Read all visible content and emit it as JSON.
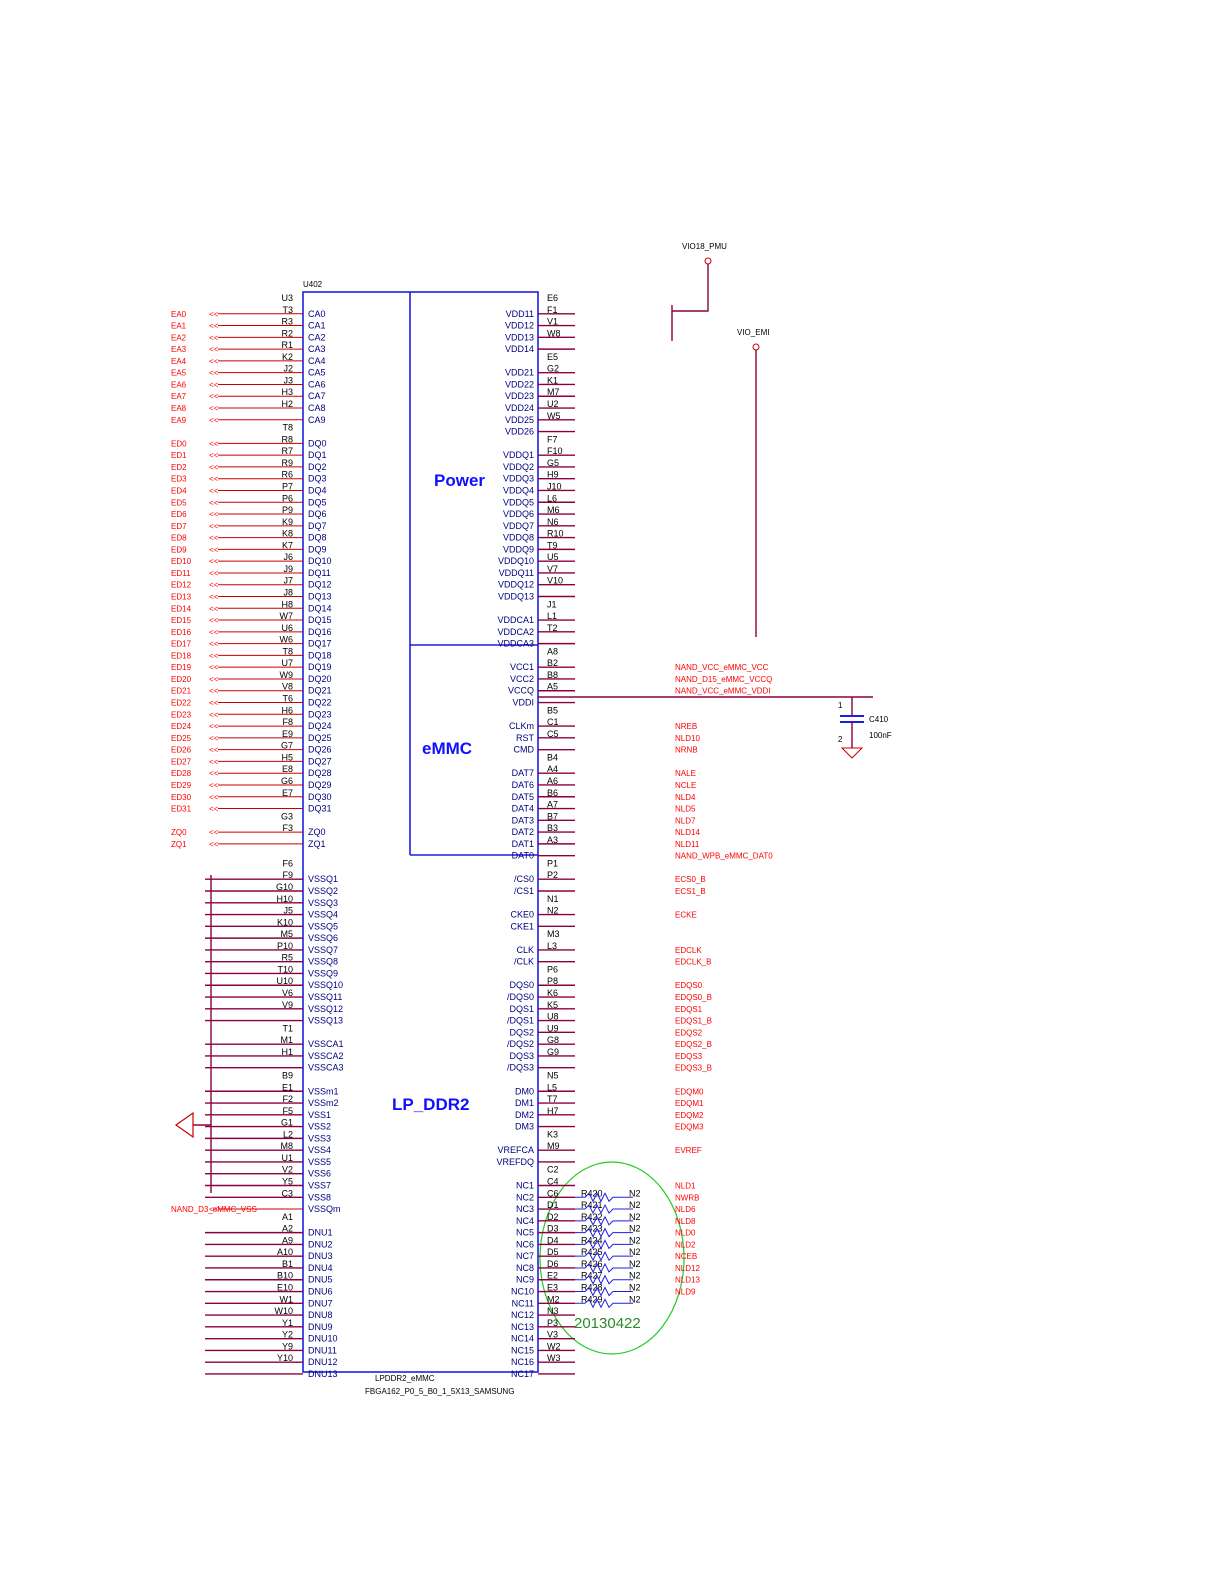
{
  "chip": {
    "ref": "U402",
    "name": "LPDDR2_eMMC",
    "package": "FBGA162_P0_5_B0_1_5X13_SAMSUNG",
    "sections": {
      "power": "Power",
      "emmc": "eMMC",
      "lpddr2": "LP_DDR2"
    }
  },
  "power_nets": {
    "vio18": "VIO18_PMU",
    "vio_emi": "VIO_EMI"
  },
  "capacitor": {
    "ref": "C410",
    "value": "100nF",
    "pin1": "1",
    "pin2": "2"
  },
  "stamp": "20130422",
  "left_pins": [
    {
      "ball": "U3",
      "pin": "",
      "net": ""
    },
    {
      "ball": "T3",
      "pin": "CA0",
      "net": "EA0"
    },
    {
      "ball": "R3",
      "pin": "CA1",
      "net": "EA1"
    },
    {
      "ball": "R2",
      "pin": "CA2",
      "net": "EA2"
    },
    {
      "ball": "R1",
      "pin": "CA3",
      "net": "EA3"
    },
    {
      "ball": "K2",
      "pin": "CA4",
      "net": "EA4"
    },
    {
      "ball": "J2",
      "pin": "CA5",
      "net": "EA5"
    },
    {
      "ball": "J3",
      "pin": "CA6",
      "net": "EA6"
    },
    {
      "ball": "H3",
      "pin": "CA7",
      "net": "EA7"
    },
    {
      "ball": "H2",
      "pin": "CA8",
      "net": "EA8"
    },
    {
      "ball": "",
      "pin": "CA9",
      "net": "EA9"
    },
    {
      "ball": "T8",
      "pin": "",
      "net": ""
    },
    {
      "ball": "R8",
      "pin": "DQ0",
      "net": "ED0"
    },
    {
      "ball": "R7",
      "pin": "DQ1",
      "net": "ED1"
    },
    {
      "ball": "R9",
      "pin": "DQ2",
      "net": "ED2"
    },
    {
      "ball": "R6",
      "pin": "DQ3",
      "net": "ED3"
    },
    {
      "ball": "P7",
      "pin": "DQ4",
      "net": "ED4"
    },
    {
      "ball": "P6",
      "pin": "DQ5",
      "net": "ED5"
    },
    {
      "ball": "P9",
      "pin": "DQ6",
      "net": "ED6"
    },
    {
      "ball": "K9",
      "pin": "DQ7",
      "net": "ED7"
    },
    {
      "ball": "K8",
      "pin": "DQ8",
      "net": "ED8"
    },
    {
      "ball": "K7",
      "pin": "DQ9",
      "net": "ED9"
    },
    {
      "ball": "J6",
      "pin": "DQ10",
      "net": "ED10"
    },
    {
      "ball": "J9",
      "pin": "DQ11",
      "net": "ED11"
    },
    {
      "ball": "J7",
      "pin": "DQ12",
      "net": "ED12"
    },
    {
      "ball": "J8",
      "pin": "DQ13",
      "net": "ED13"
    },
    {
      "ball": "H8",
      "pin": "DQ14",
      "net": "ED14"
    },
    {
      "ball": "W7",
      "pin": "DQ15",
      "net": "ED15"
    },
    {
      "ball": "U6",
      "pin": "DQ16",
      "net": "ED16"
    },
    {
      "ball": "W6",
      "pin": "DQ17",
      "net": "ED17"
    },
    {
      "ball": "T8",
      "pin": "DQ18",
      "net": "ED18"
    },
    {
      "ball": "U7",
      "pin": "DQ19",
      "net": "ED19"
    },
    {
      "ball": "W9",
      "pin": "DQ20",
      "net": "ED20"
    },
    {
      "ball": "V8",
      "pin": "DQ21",
      "net": "ED21"
    },
    {
      "ball": "T6",
      "pin": "DQ22",
      "net": "ED22"
    },
    {
      "ball": "H6",
      "pin": "DQ23",
      "net": "ED23"
    },
    {
      "ball": "F8",
      "pin": "DQ24",
      "net": "ED24"
    },
    {
      "ball": "E9",
      "pin": "DQ25",
      "net": "ED25"
    },
    {
      "ball": "G7",
      "pin": "DQ26",
      "net": "ED26"
    },
    {
      "ball": "H5",
      "pin": "DQ27",
      "net": "ED27"
    },
    {
      "ball": "E8",
      "pin": "DQ28",
      "net": "ED28"
    },
    {
      "ball": "G6",
      "pin": "DQ29",
      "net": "ED29"
    },
    {
      "ball": "E7",
      "pin": "DQ30",
      "net": "ED30"
    },
    {
      "ball": "",
      "pin": "DQ31",
      "net": "ED31"
    },
    {
      "ball": "G3",
      "pin": "",
      "net": ""
    },
    {
      "ball": "F3",
      "pin": "ZQ0",
      "net": "ZQ0"
    },
    {
      "ball": "",
      "pin": "ZQ1",
      "net": "ZQ1"
    },
    {
      "ball": "",
      "pin": "",
      "net": ""
    },
    {
      "ball": "F6",
      "pin": "",
      "net": ""
    },
    {
      "ball": "F9",
      "pin": "VSSQ1",
      "net": ""
    },
    {
      "ball": "G10",
      "pin": "VSSQ2",
      "net": ""
    },
    {
      "ball": "H10",
      "pin": "VSSQ3",
      "net": ""
    },
    {
      "ball": "J5",
      "pin": "VSSQ4",
      "net": ""
    },
    {
      "ball": "K10",
      "pin": "VSSQ5",
      "net": ""
    },
    {
      "ball": "M5",
      "pin": "VSSQ6",
      "net": ""
    },
    {
      "ball": "P10",
      "pin": "VSSQ7",
      "net": ""
    },
    {
      "ball": "R5",
      "pin": "VSSQ8",
      "net": ""
    },
    {
      "ball": "T10",
      "pin": "VSSQ9",
      "net": ""
    },
    {
      "ball": "U10",
      "pin": "VSSQ10",
      "net": ""
    },
    {
      "ball": "V6",
      "pin": "VSSQ11",
      "net": ""
    },
    {
      "ball": "V9",
      "pin": "VSSQ12",
      "net": ""
    },
    {
      "ball": "",
      "pin": "VSSQ13",
      "net": ""
    },
    {
      "ball": "T1",
      "pin": "",
      "net": ""
    },
    {
      "ball": "M1",
      "pin": "VSSCA1",
      "net": ""
    },
    {
      "ball": "H1",
      "pin": "VSSCA2",
      "net": ""
    },
    {
      "ball": "",
      "pin": "VSSCA3",
      "net": ""
    },
    {
      "ball": "B9",
      "pin": "",
      "net": ""
    },
    {
      "ball": "E1",
      "pin": "VSSm1",
      "net": ""
    },
    {
      "ball": "F2",
      "pin": "VSSm2",
      "net": ""
    },
    {
      "ball": "F5",
      "pin": "VSS1",
      "net": ""
    },
    {
      "ball": "G1",
      "pin": "VSS2",
      "net": ""
    },
    {
      "ball": "L2",
      "pin": "VSS3",
      "net": ""
    },
    {
      "ball": "M8",
      "pin": "VSS4",
      "net": ""
    },
    {
      "ball": "U1",
      "pin": "VSS5",
      "net": ""
    },
    {
      "ball": "V2",
      "pin": "VSS6",
      "net": ""
    },
    {
      "ball": "Y5",
      "pin": "VSS7",
      "net": ""
    },
    {
      "ball": "C3",
      "pin": "VSS8",
      "net": ""
    },
    {
      "ball": "",
      "pin": "VSSQm",
      "net": "NAND_D3_eMMC_VSS"
    },
    {
      "ball": "A1",
      "pin": "",
      "net": ""
    },
    {
      "ball": "A2",
      "pin": "DNU1",
      "net": ""
    },
    {
      "ball": "A9",
      "pin": "DNU2",
      "net": ""
    },
    {
      "ball": "A10",
      "pin": "DNU3",
      "net": ""
    },
    {
      "ball": "B1",
      "pin": "DNU4",
      "net": ""
    },
    {
      "ball": "B10",
      "pin": "DNU5",
      "net": ""
    },
    {
      "ball": "E10",
      "pin": "DNU6",
      "net": ""
    },
    {
      "ball": "W1",
      "pin": "DNU7",
      "net": ""
    },
    {
      "ball": "W10",
      "pin": "DNU8",
      "net": ""
    },
    {
      "ball": "Y1",
      "pin": "DNU9",
      "net": ""
    },
    {
      "ball": "Y2",
      "pin": "DNU10",
      "net": ""
    },
    {
      "ball": "Y9",
      "pin": "DNU11",
      "net": ""
    },
    {
      "ball": "Y10",
      "pin": "DNU12",
      "net": ""
    },
    {
      "ball": "",
      "pin": "DNU13",
      "net": ""
    }
  ],
  "right_pins": [
    {
      "pin": "",
      "ball": "E6",
      "net": ""
    },
    {
      "pin": "VDD11",
      "ball": "F1",
      "net": ""
    },
    {
      "pin": "VDD12",
      "ball": "V1",
      "net": ""
    },
    {
      "pin": "VDD13",
      "ball": "W8",
      "net": ""
    },
    {
      "pin": "VDD14",
      "ball": "",
      "net": ""
    },
    {
      "pin": "",
      "ball": "E5",
      "net": ""
    },
    {
      "pin": "VDD21",
      "ball": "G2",
      "net": ""
    },
    {
      "pin": "VDD22",
      "ball": "K1",
      "net": ""
    },
    {
      "pin": "VDD23",
      "ball": "M7",
      "net": ""
    },
    {
      "pin": "VDD24",
      "ball": "U2",
      "net": ""
    },
    {
      "pin": "VDD25",
      "ball": "W5",
      "net": ""
    },
    {
      "pin": "VDD26",
      "ball": "",
      "net": ""
    },
    {
      "pin": "",
      "ball": "F7",
      "net": ""
    },
    {
      "pin": "VDDQ1",
      "ball": "F10",
      "net": ""
    },
    {
      "pin": "VDDQ2",
      "ball": "G5",
      "net": ""
    },
    {
      "pin": "VDDQ3",
      "ball": "H9",
      "net": ""
    },
    {
      "pin": "VDDQ4",
      "ball": "J10",
      "net": ""
    },
    {
      "pin": "VDDQ5",
      "ball": "L6",
      "net": ""
    },
    {
      "pin": "VDDQ6",
      "ball": "M6",
      "net": ""
    },
    {
      "pin": "VDDQ7",
      "ball": "N6",
      "net": ""
    },
    {
      "pin": "VDDQ8",
      "ball": "R10",
      "net": ""
    },
    {
      "pin": "VDDQ9",
      "ball": "T9",
      "net": ""
    },
    {
      "pin": "VDDQ10",
      "ball": "U5",
      "net": ""
    },
    {
      "pin": "VDDQ11",
      "ball": "V7",
      "net": ""
    },
    {
      "pin": "VDDQ12",
      "ball": "V10",
      "net": ""
    },
    {
      "pin": "VDDQ13",
      "ball": "",
      "net": ""
    },
    {
      "pin": "",
      "ball": "J1",
      "net": ""
    },
    {
      "pin": "VDDCA1",
      "ball": "L1",
      "net": ""
    },
    {
      "pin": "VDDCA2",
      "ball": "T2",
      "net": ""
    },
    {
      "pin": "VDDCA3",
      "ball": "",
      "net": ""
    },
    {
      "pin": "",
      "ball": "A8",
      "net": ""
    },
    {
      "pin": "VCC1",
      "ball": "B2",
      "net": "NAND_VCC_eMMC_VCC"
    },
    {
      "pin": "VCC2",
      "ball": "B8",
      "net": "NAND_D15_eMMC_VCCQ"
    },
    {
      "pin": "VCCQ",
      "ball": "A5",
      "net": "NAND_VCC_eMMC_VDDI"
    },
    {
      "pin": "VDDI",
      "ball": "",
      "net": ""
    },
    {
      "pin": "",
      "ball": "B5",
      "net": ""
    },
    {
      "pin": "CLKm",
      "ball": "C1",
      "net": "NREB"
    },
    {
      "pin": "RST",
      "ball": "C5",
      "net": "NLD10"
    },
    {
      "pin": "CMD",
      "ball": "",
      "net": "NRNB"
    },
    {
      "pin": "",
      "ball": "B4",
      "net": ""
    },
    {
      "pin": "DAT7",
      "ball": "A4",
      "net": "NALE"
    },
    {
      "pin": "DAT6",
      "ball": "A6",
      "net": "NCLE"
    },
    {
      "pin": "DAT5",
      "ball": "B6",
      "net": "NLD4"
    },
    {
      "pin": "DAT4",
      "ball": "A7",
      "net": "NLD5"
    },
    {
      "pin": "DAT3",
      "ball": "B7",
      "net": "NLD7"
    },
    {
      "pin": "DAT2",
      "ball": "B3",
      "net": "NLD14"
    },
    {
      "pin": "DAT1",
      "ball": "A3",
      "net": "NLD11"
    },
    {
      "pin": "DAT0",
      "ball": "",
      "net": "NAND_WPB_eMMC_DAT0"
    },
    {
      "pin": "",
      "ball": "P1",
      "net": ""
    },
    {
      "pin": "/CS0",
      "ball": "P2",
      "net": "ECS0_B"
    },
    {
      "pin": "/CS1",
      "ball": "",
      "net": "ECS1_B"
    },
    {
      "pin": "",
      "ball": "N1",
      "net": ""
    },
    {
      "pin": "CKE0",
      "ball": "N2",
      "net": "ECKE"
    },
    {
      "pin": "CKE1",
      "ball": "",
      "net": ""
    },
    {
      "pin": "",
      "ball": "M3",
      "net": ""
    },
    {
      "pin": "CLK",
      "ball": "L3",
      "net": "EDCLK"
    },
    {
      "pin": "/CLK",
      "ball": "",
      "net": "EDCLK_B"
    },
    {
      "pin": "",
      "ball": "P6",
      "net": ""
    },
    {
      "pin": "DQS0",
      "ball": "P8",
      "net": "EDQS0"
    },
    {
      "pin": "/DQS0",
      "ball": "K6",
      "net": "EDQS0_B"
    },
    {
      "pin": "DQS1",
      "ball": "K5",
      "net": "EDQS1"
    },
    {
      "pin": "/DQS1",
      "ball": "U8",
      "net": "EDQS1_B"
    },
    {
      "pin": "DQS2",
      "ball": "U9",
      "net": "EDQS2"
    },
    {
      "pin": "/DQS2",
      "ball": "G8",
      "net": "EDQS2_B"
    },
    {
      "pin": "DQS3",
      "ball": "G9",
      "net": "EDQS3"
    },
    {
      "pin": "/DQS3",
      "ball": "",
      "net": "EDQS3_B"
    },
    {
      "pin": "",
      "ball": "N5",
      "net": ""
    },
    {
      "pin": "DM0",
      "ball": "L5",
      "net": "EDQM0"
    },
    {
      "pin": "DM1",
      "ball": "T7",
      "net": "EDQM1"
    },
    {
      "pin": "DM2",
      "ball": "H7",
      "net": "EDQM2"
    },
    {
      "pin": "DM3",
      "ball": "",
      "net": "EDQM3"
    },
    {
      "pin": "",
      "ball": "K3",
      "net": ""
    },
    {
      "pin": "VREFCA",
      "ball": "M9",
      "net": "EVREF"
    },
    {
      "pin": "VREFDQ",
      "ball": "",
      "net": ""
    },
    {
      "pin": "",
      "ball": "C2",
      "net": ""
    },
    {
      "pin": "NC1",
      "ball": "C4",
      "net": "NLD1"
    },
    {
      "pin": "NC2",
      "ball": "C6",
      "net": "NWRB"
    },
    {
      "pin": "NC3",
      "ball": "D1",
      "net": "NLD6"
    },
    {
      "pin": "NC4",
      "ball": "D2",
      "net": "NLD8"
    },
    {
      "pin": "NC5",
      "ball": "D3",
      "net": "NLD0"
    },
    {
      "pin": "NC6",
      "ball": "D4",
      "net": "NLD2"
    },
    {
      "pin": "NC7",
      "ball": "D5",
      "net": "NCEB"
    },
    {
      "pin": "NC8",
      "ball": "D6",
      "net": "NLD12"
    },
    {
      "pin": "NC9",
      "ball": "E2",
      "net": "NLD13"
    },
    {
      "pin": "NC10",
      "ball": "E3",
      "net": "NLD9"
    },
    {
      "pin": "NC11",
      "ball": "M2",
      "net": ""
    },
    {
      "pin": "NC12",
      "ball": "N3",
      "net": ""
    },
    {
      "pin": "NC13",
      "ball": "P3",
      "net": ""
    },
    {
      "pin": "NC14",
      "ball": "V3",
      "net": ""
    },
    {
      "pin": "NC15",
      "ball": "W2",
      "net": ""
    },
    {
      "pin": "NC16",
      "ball": "W3",
      "net": ""
    },
    {
      "pin": "NC17",
      "ball": "",
      "net": ""
    }
  ],
  "resistors": [
    {
      "ref": "R420",
      "net": "N2"
    },
    {
      "ref": "R421",
      "net": "N2"
    },
    {
      "ref": "R422",
      "net": "N2"
    },
    {
      "ref": "R423",
      "net": "N2"
    },
    {
      "ref": "R424",
      "net": "N2"
    },
    {
      "ref": "R425",
      "net": "N2"
    },
    {
      "ref": "R426",
      "net": "N2"
    },
    {
      "ref": "R427",
      "net": "N2"
    },
    {
      "ref": "R428",
      "net": "N2"
    },
    {
      "ref": "R429",
      "net": "N2"
    }
  ]
}
